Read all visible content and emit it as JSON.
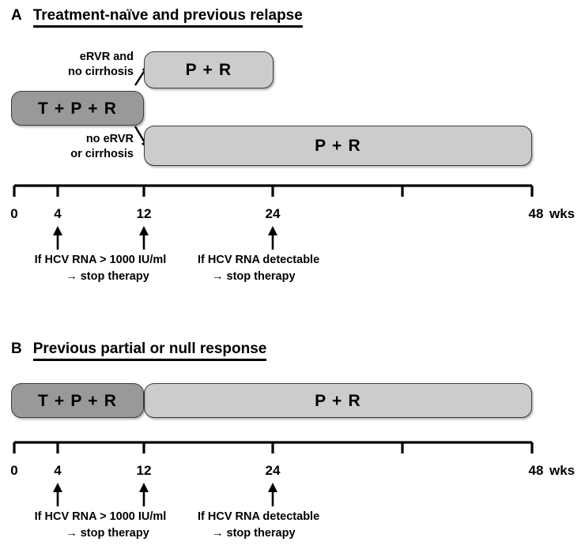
{
  "figure": {
    "unit_label": "wks",
    "colors": {
      "dark_bar": "#999999",
      "light_bar": "#cccccc",
      "bar_border": "#3b3b3b",
      "text": "#000000",
      "background": "#ffffff"
    }
  },
  "panel_a": {
    "letter": "A",
    "title": "Treatment-naïve and previous relapse",
    "bars": [
      {
        "label": "T + P + R",
        "shade": "dark",
        "start_week": 0,
        "end_week": 12
      },
      {
        "label": "P + R",
        "shade": "light",
        "start_week": 12,
        "end_week": 24
      },
      {
        "label": "P + R",
        "shade": "light",
        "start_week": 12,
        "end_week": 48
      }
    ],
    "branches": [
      {
        "line1": "eRVR and",
        "line2": "no cirrhosis",
        "arrow": "up-right-arrow"
      },
      {
        "line1": "no eRVR",
        "line2": "or cirrhosis",
        "arrow": "down-right-arrow"
      }
    ],
    "axis": {
      "ticks": [
        {
          "week": 0,
          "label": "0"
        },
        {
          "week": 4,
          "label": "4"
        },
        {
          "week": 12,
          "label": "12"
        },
        {
          "week": 24,
          "label": "24"
        },
        {
          "week": 36,
          "label": ""
        },
        {
          "week": 48,
          "label": "48"
        }
      ],
      "unit": "wks"
    },
    "stop_rules": [
      {
        "line1": "If HCV RNA > 1000 IU/ml",
        "line2": "→ stop therapy",
        "arrow_weeks": [
          4,
          12
        ]
      },
      {
        "line1": "If HCV RNA detectable",
        "line2": "→ stop therapy",
        "arrow_weeks": [
          24
        ]
      }
    ]
  },
  "panel_b": {
    "letter": "B",
    "title": "Previous partial or null response",
    "bars": [
      {
        "label": "T + P + R",
        "shade": "dark",
        "start_week": 0,
        "end_week": 12
      },
      {
        "label": "P + R",
        "shade": "light",
        "start_week": 12,
        "end_week": 48
      }
    ],
    "axis": {
      "ticks": [
        {
          "week": 0,
          "label": "0"
        },
        {
          "week": 4,
          "label": "4"
        },
        {
          "week": 12,
          "label": "12"
        },
        {
          "week": 24,
          "label": "24"
        },
        {
          "week": 36,
          "label": ""
        },
        {
          "week": 48,
          "label": "48"
        }
      ],
      "unit": "wks"
    },
    "stop_rules": [
      {
        "line1": "If HCV RNA > 1000 IU/ml",
        "line2": "→ stop therapy",
        "arrow_weeks": [
          4,
          12
        ]
      },
      {
        "line1": "If HCV RNA detectable",
        "line2": "→ stop therapy",
        "arrow_weeks": [
          24
        ]
      }
    ]
  },
  "chart_data": {
    "type": "bar",
    "title": "Telaprevir-based triple therapy treatment duration schemes",
    "xlabel": "wks",
    "xlim": [
      0,
      48
    ],
    "grid": false,
    "legend": "none",
    "series": [
      {
        "name": "A: Treatment-naïve and previous relapse — eRVR and no cirrhosis",
        "segments": [
          {
            "label": "T + P + R",
            "start": 0,
            "end": 12
          },
          {
            "label": "P + R",
            "start": 12,
            "end": 24
          }
        ]
      },
      {
        "name": "A: Treatment-naïve and previous relapse — no eRVR or cirrhosis",
        "segments": [
          {
            "label": "T + P + R",
            "start": 0,
            "end": 12
          },
          {
            "label": "P + R",
            "start": 12,
            "end": 48
          }
        ]
      },
      {
        "name": "B: Previous partial or null response",
        "segments": [
          {
            "label": "T + P + R",
            "start": 0,
            "end": 12
          },
          {
            "label": "P + R",
            "start": 12,
            "end": 48
          }
        ]
      }
    ],
    "annotations": [
      {
        "week": 4,
        "text": "If HCV RNA > 1000 IU/ml → stop therapy"
      },
      {
        "week": 12,
        "text": "If HCV RNA > 1000 IU/ml → stop therapy"
      },
      {
        "week": 24,
        "text": "If HCV RNA detectable → stop therapy"
      }
    ],
    "tick_labels": [
      "0",
      "4",
      "12",
      "24",
      "",
      "48"
    ],
    "tick_values": [
      0,
      4,
      12,
      24,
      36,
      48
    ]
  }
}
